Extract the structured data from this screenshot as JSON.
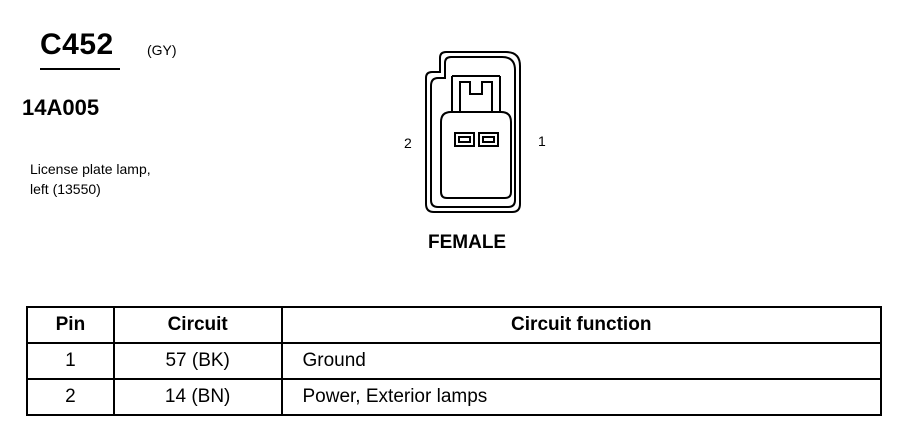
{
  "connector": {
    "id": "C452",
    "color": "(GY)",
    "part_number": "14A005",
    "description_line1": "License plate lamp,",
    "description_line2": "left (13550)",
    "gender": "FEMALE",
    "pin_label_left": "2",
    "pin_label_right": "1"
  },
  "table": {
    "headers": [
      "Pin",
      "Circuit",
      "Circuit function"
    ],
    "rows": [
      [
        "1",
        "57 (BK)",
        "Ground"
      ],
      [
        "2",
        "14 (BN)",
        "Power, Exterior lamps"
      ]
    ]
  }
}
